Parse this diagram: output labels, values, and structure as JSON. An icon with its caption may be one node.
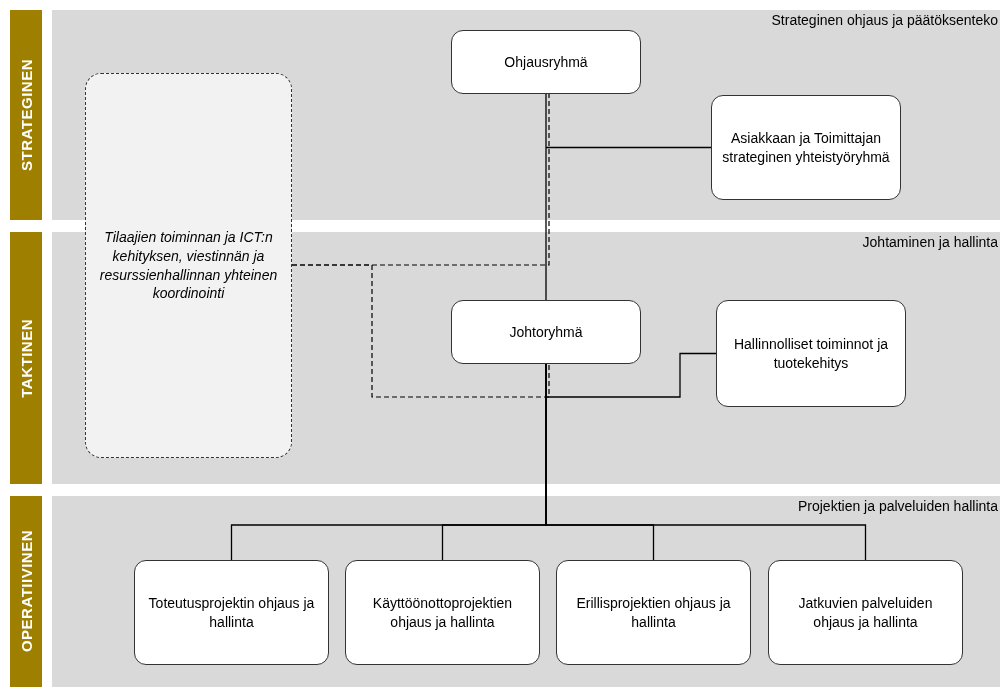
{
  "diagram": {
    "nodes": [
      {
        "text": [
          "STRATEGINEN",
          "Strateginen ohjaus ja päätöksenteko"
        ]
      },
      {
        "text": [
          "Ohjausryhmä"
        ],
        "in": 0
      },
      {
        "text": [
          "Asiakkaan ja Toimittajan strateginen yhteistyöryhmä"
        ],
        "in": 0
      },
      {
        "text": [
          "TAKTINEN",
          "Johtaminen ja hallinta"
        ]
      },
      {
        "text": [
          "Tilaajien toiminnan ja ICT:n kehityksen, viestinnän ja resurssienhallinnan yhteinen koordinointi"
        ]
      },
      {
        "text": [
          "Johtoryhmä"
        ],
        "in": 3
      },
      {
        "text": [
          "Hallinnolliset toiminnot ja tuotekehitys"
        ],
        "in": 3
      },
      {
        "text": [
          "OPERATIIVINEN",
          "Projektien ja palveluiden hallinta"
        ]
      },
      {
        "text": [
          "Toteutusprojektin ohjaus ja hallinta"
        ],
        "in": 7
      },
      {
        "text": [
          "Käyttöönottoprojektien ohjaus ja hallinta"
        ],
        "in": 7
      },
      {
        "text": [
          "Erillisprojektien ohjaus ja hallinta"
        ],
        "in": 7
      },
      {
        "text": [
          "Jatkuvien palveluiden ohjaus ja hallinta"
        ],
        "in": 7
      }
    ],
    "edges": [
      {
        "from": 1,
        "to": 5,
        "arrow": "none"
      },
      {
        "from": 1,
        "to": 2,
        "arrow": "none"
      },
      {
        "from": 4,
        "to": 1,
        "arrow": "none",
        "style": "dashed"
      },
      {
        "from": 4,
        "to": 5,
        "arrow": "none",
        "style": "dashed"
      },
      {
        "from": 5,
        "to": 6,
        "arrow": "none"
      },
      {
        "from": 5,
        "to": 8,
        "arrow": "none"
      },
      {
        "from": 5,
        "to": 9,
        "arrow": "none"
      },
      {
        "from": 5,
        "to": 10,
        "arrow": "none"
      },
      {
        "from": 5,
        "to": 11,
        "arrow": "none"
      }
    ]
  }
}
